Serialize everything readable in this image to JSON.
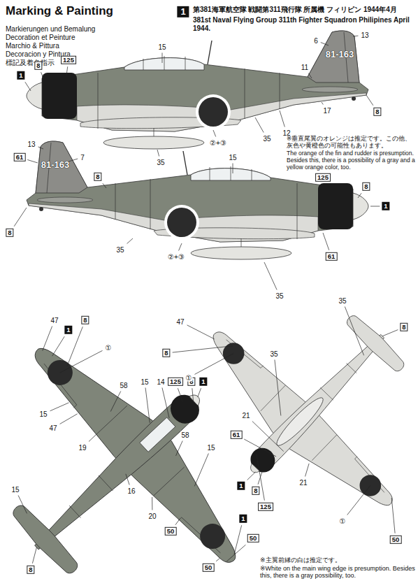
{
  "diagram": {
    "title": "Marking & Painting",
    "labels": [
      "Markierungen und Bemalung",
      "Decoration et Peinture",
      "Marchio & Pittura",
      "Decoracion y Pintura",
      "標記及着色指示",
      "1",
      "第381海軍航空隊 戦闘第311飛行隊 所属機 フィリピン 1944年4月",
      "381st Naval Flying Group 311th Fighter Squadron Philipines April 1944.",
      "15",
      "125",
      "8",
      "1",
      "13",
      "6",
      "81-163",
      "11",
      "8",
      "17",
      "12",
      "35",
      "②+③",
      "35",
      "※垂直尾翼のオレンジは推定です。この他、灰色や黄橙色の可能性もあります。",
      "The orange of the fin and rudder is presumption. Besides this, there is a possibility of a gray and a yellow orange color, too.",
      "13",
      "61",
      "7",
      "81-163",
      "8",
      "8",
      "15",
      "125",
      "8",
      "1",
      "35",
      "②+③",
      "61",
      "35",
      "47",
      "1",
      "8",
      "①",
      "58",
      "15",
      "14",
      "125",
      "8",
      "1",
      "15",
      "47",
      "19",
      "58",
      "15",
      "16",
      "20",
      "50",
      "50",
      "1",
      "50",
      "15",
      "8",
      "47",
      "8",
      "①",
      "35",
      "8",
      "35",
      "21",
      "61",
      "1",
      "8",
      "125",
      "21",
      "①",
      "50",
      "※主翼前縁の白は推定です。",
      "※White on the main wing edge is presumption. Besides this, there is a gray possibility, too."
    ]
  }
}
